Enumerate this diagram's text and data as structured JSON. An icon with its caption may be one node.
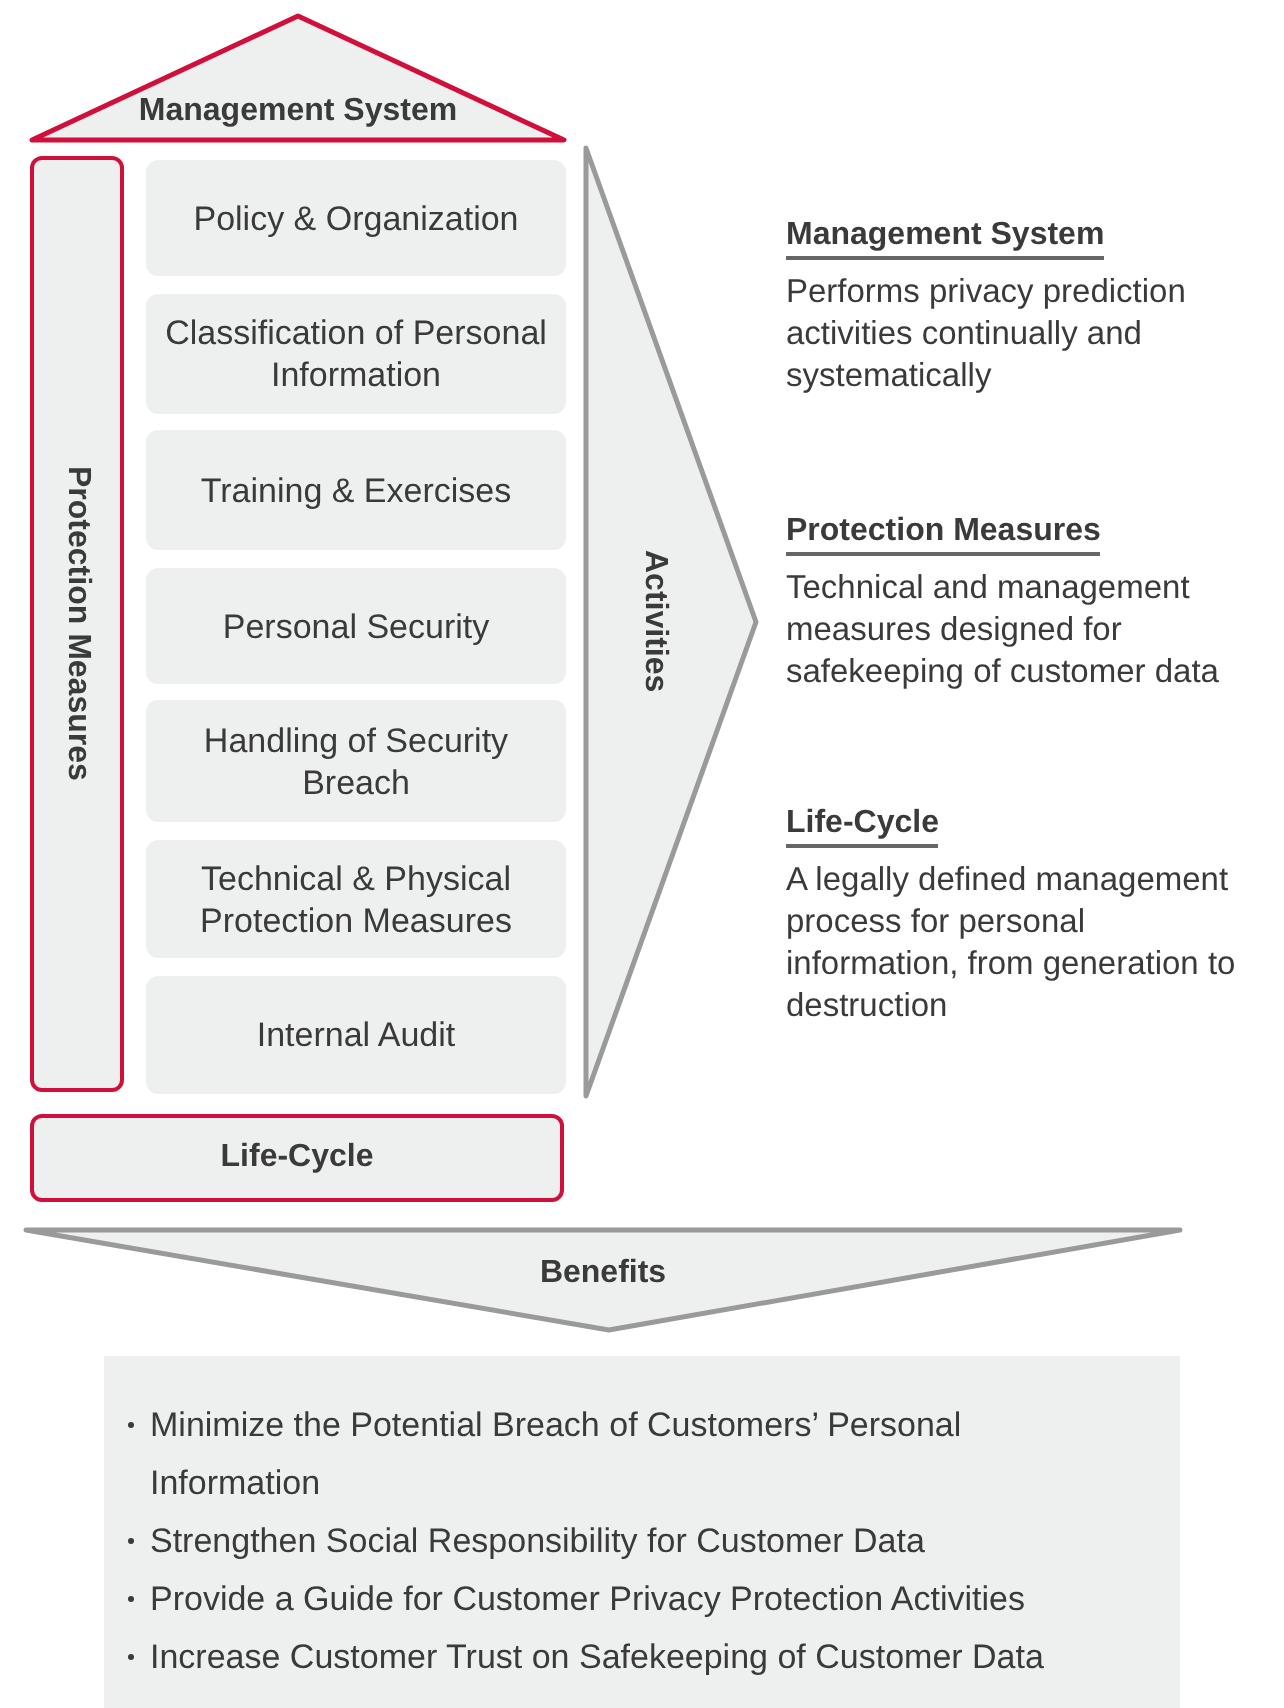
{
  "diagram": {
    "nodes": [
      {
        "text": [
          "Management System"
        ]
      },
      {
        "text": [
          "Protection Measures"
        ]
      },
      {
        "text": [
          "Policy & Organization"
        ]
      },
      {
        "text": [
          "Classification of Personal Information"
        ]
      },
      {
        "text": [
          "Training & Exercises"
        ]
      },
      {
        "text": [
          "Personal Security"
        ]
      },
      {
        "text": [
          "Handling of Security Breach"
        ]
      },
      {
        "text": [
          "Technical & Physical Protection Measures"
        ]
      },
      {
        "text": [
          "Internal Audit"
        ]
      },
      {
        "text": [
          "Activities"
        ]
      },
      {
        "text": [
          "Life-Cycle"
        ]
      },
      {
        "text": [
          "Benefits"
        ]
      },
      {
        "text": [
          "Minimize the Potential Breach of Customers’ Personal Information",
          "Strengthen Social Responsibility for Customer Data",
          "Provide a Guide for Customer Privacy Protection Activities",
          "Increase Customer Trust on Safekeeping of Customer Data"
        ]
      }
    ],
    "labels": [
      "Management System",
      "Performs privacy prediction activities continually and systematically",
      "Protection Measures",
      "Technical and management measures designed for safekeeping of customer data",
      "Life-Cycle",
      "A legally defined management process for personal information, from generation to destruction"
    ]
  }
}
